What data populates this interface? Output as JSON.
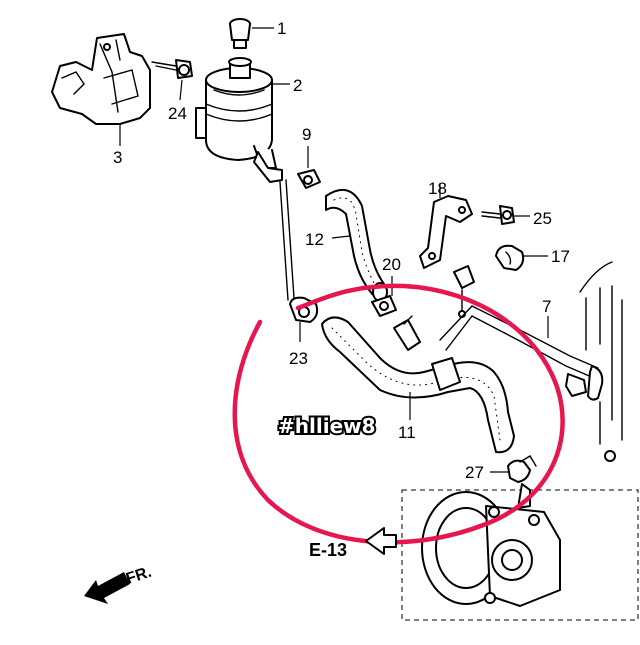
{
  "callouts": {
    "p1": "1",
    "p2": "2",
    "p3": "3",
    "p7": "7",
    "p9": "9",
    "p11": "11",
    "p12": "12",
    "p17": "17",
    "p18": "18",
    "p20": "20",
    "p23": "23",
    "p24": "24",
    "p25": "25",
    "p27": "27"
  },
  "reference": "E-13",
  "front_label": "FR.",
  "watermark": "#hlliew8",
  "colors": {
    "highlight": "#e6174f",
    "ink": "#000000",
    "background": "#ffffff"
  }
}
